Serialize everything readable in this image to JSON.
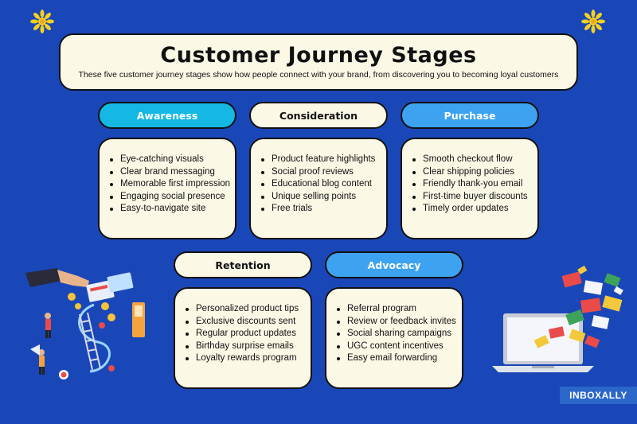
{
  "header": {
    "title": "Customer Journey Stages",
    "subtitle": "These five customer journey stages show how people connect with your brand, from discovering you to becoming loyal customers"
  },
  "stages": [
    {
      "label": "Awareness",
      "items": [
        "Eye-catching visuals",
        "Clear brand messaging",
        "Memorable first impression",
        "Engaging social presence",
        "Easy-to-navigate site"
      ]
    },
    {
      "label": "Consideration",
      "items": [
        "Product feature highlights",
        "Social proof reviews",
        "Educational blog content",
        "Unique selling points",
        "Free trials"
      ]
    },
    {
      "label": "Purchase",
      "items": [
        "Smooth checkout flow",
        "Clear shipping policies",
        "Friendly thank-you email",
        "First-time buyer discounts",
        "Timely order updates"
      ]
    },
    {
      "label": "Retention",
      "items": [
        "Personalized product tips",
        "Exclusive discounts sent",
        "Regular product updates",
        "Birthday surprise emails",
        "Loyalty rewards program"
      ]
    },
    {
      "label": "Advocacy",
      "items": [
        "Referral program",
        "Review or feedback invites",
        "Social sharing campaigns",
        "UGC content incentives",
        "Easy email forwarding"
      ]
    }
  ],
  "logo": {
    "text": "INBOXALLY"
  },
  "colors": {
    "background": "#1a47b8",
    "card": "#fcf8e6",
    "cyan_pill": "#14b8e3",
    "sky_pill": "#3da3f0",
    "sun": "#f7d11e"
  }
}
